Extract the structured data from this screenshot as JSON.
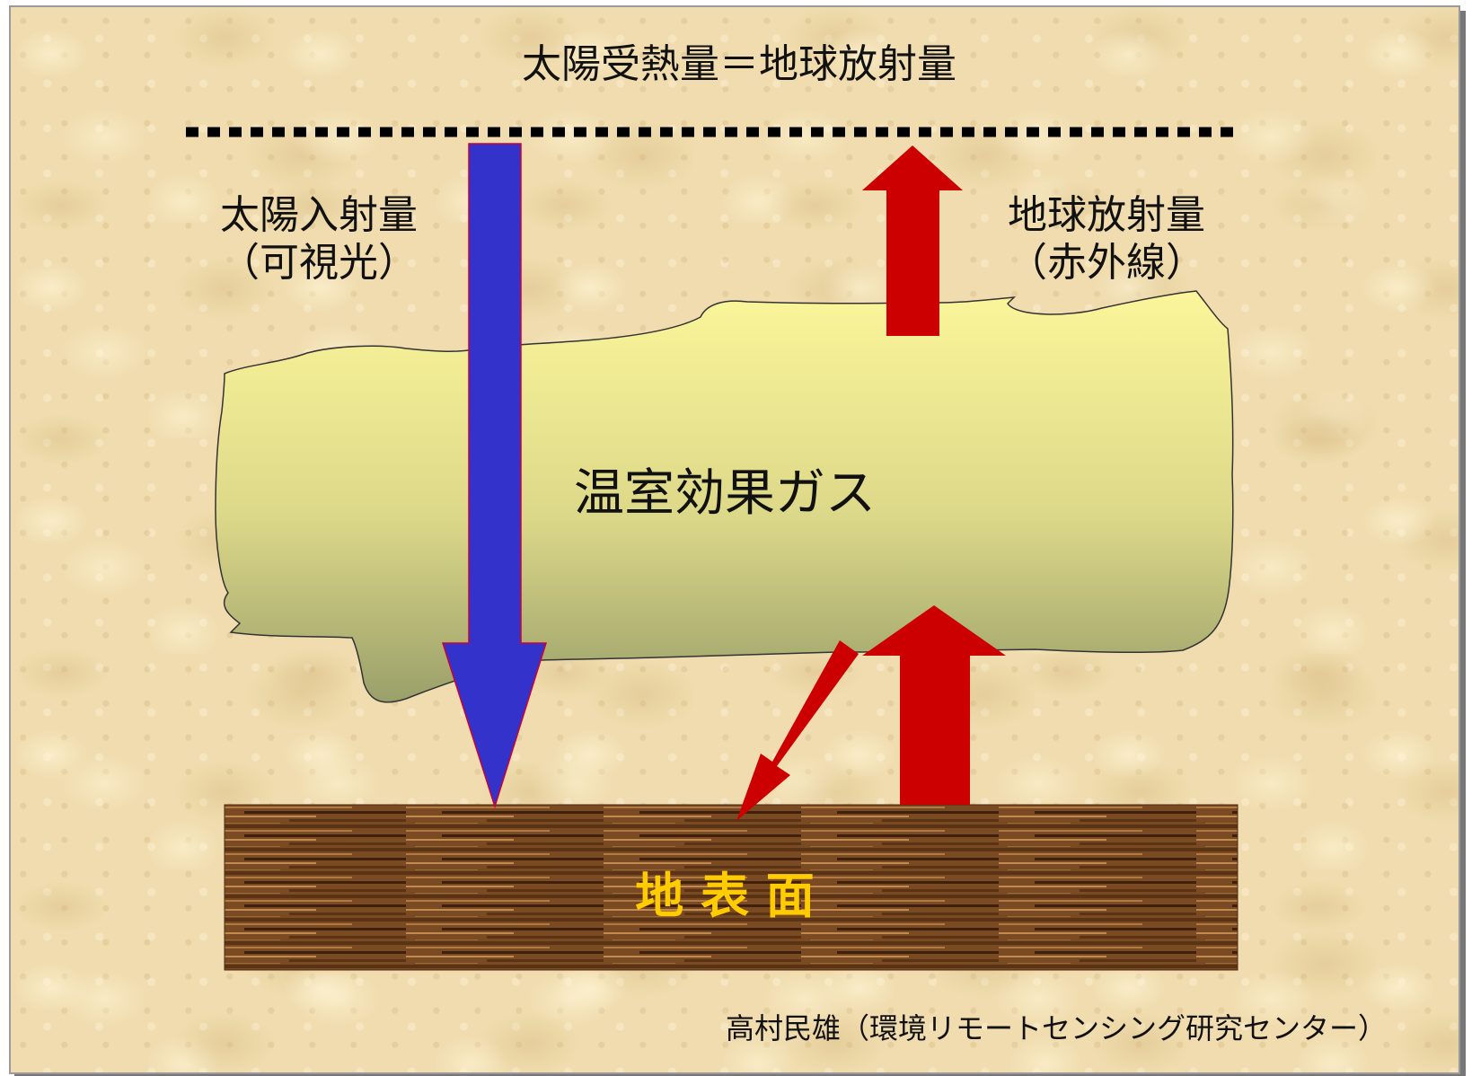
{
  "title": "太陽受熱量＝地球放射量",
  "incoming": {
    "label_line1": "太陽入射量",
    "label_line2": "（可視光）"
  },
  "outgoing": {
    "label_line1": "地球放射量",
    "label_line2": "（赤外線）"
  },
  "gas_layer": {
    "label": "温室効果ガス"
  },
  "ground": {
    "label": "地 表 面"
  },
  "credit": "高村民雄（環境リモートセンシング研究センター）",
  "colors": {
    "incoming_arrow": "#3333cc",
    "outgoing_arrow": "#cc0000",
    "ground_label": "#ffcc00",
    "gas_fill_top": "#fbf69a",
    "gas_fill_bottom": "#9aa06a",
    "background": "#f0dcae"
  }
}
